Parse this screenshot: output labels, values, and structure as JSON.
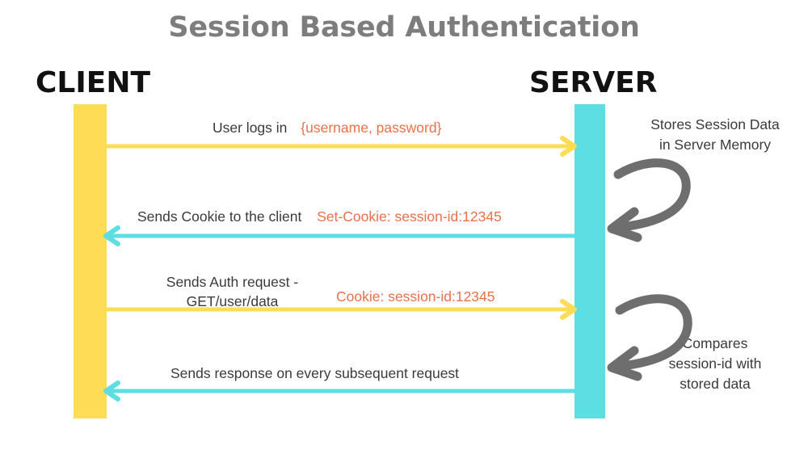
{
  "title": "Session Based Authentication",
  "colors": {
    "client_bar": "#FEDC56",
    "server_bar": "#5DDEE3",
    "arrow_request": "#FEDC56",
    "arrow_response": "#5DDEE3",
    "code_text": "#E8714A",
    "body_text": "#3a3a3a",
    "title_text": "#7d7d7d",
    "header_text": "#111111",
    "curve_arrow": "#6e6e6e"
  },
  "lanes": [
    {
      "id": "client",
      "label": "CLIENT"
    },
    {
      "id": "server",
      "label": "SERVER"
    }
  ],
  "messages": [
    {
      "id": "login",
      "direction": "client-to-server",
      "color": "#FEDC56",
      "label": "User logs in",
      "code": "{username, password}"
    },
    {
      "id": "set-cookie",
      "direction": "server-to-client",
      "color": "#5DDEE3",
      "label": "Sends Cookie to the client",
      "code": "Set-Cookie: session-id:12345"
    },
    {
      "id": "auth-request",
      "direction": "client-to-server",
      "color": "#FEDC56",
      "label_line1": "Sends Auth request -",
      "label_line2": "GET/user/data",
      "code": "Cookie: session-id:12345"
    },
    {
      "id": "response",
      "direction": "server-to-client",
      "color": "#5DDEE3",
      "label": "Sends response on every subsequent request",
      "code": ""
    }
  ],
  "notes": [
    {
      "id": "stores-session",
      "line1": "Stores Session Data",
      "line2": "in Server Memory",
      "line3": ""
    },
    {
      "id": "compares-session",
      "line1": "Compares",
      "line2": "session-id with",
      "line3": "stored data"
    }
  ]
}
